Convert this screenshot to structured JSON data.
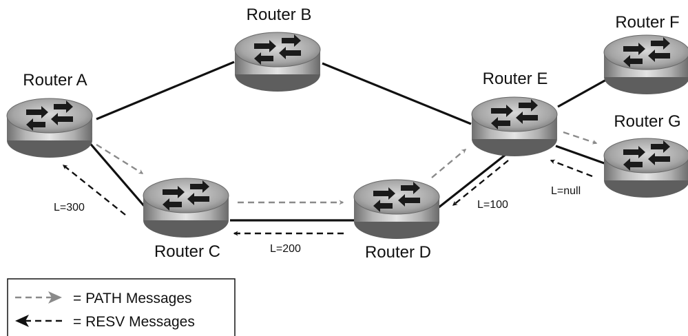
{
  "routers": [
    {
      "id": "A",
      "label": "Router A"
    },
    {
      "id": "B",
      "label": "Router B"
    },
    {
      "id": "C",
      "label": "Router C"
    },
    {
      "id": "D",
      "label": "Router D"
    },
    {
      "id": "E",
      "label": "Router E"
    },
    {
      "id": "F",
      "label": "Router F"
    },
    {
      "id": "G",
      "label": "Router G"
    }
  ],
  "links": [
    {
      "from": "A",
      "to": "B"
    },
    {
      "from": "B",
      "to": "E"
    },
    {
      "from": "A",
      "to": "C"
    },
    {
      "from": "C",
      "to": "D"
    },
    {
      "from": "D",
      "to": "E"
    },
    {
      "from": "E",
      "to": "F"
    },
    {
      "from": "E",
      "to": "G"
    }
  ],
  "messages": [
    {
      "type": "PATH",
      "from": "A",
      "to": "C"
    },
    {
      "type": "PATH",
      "from": "C",
      "to": "D"
    },
    {
      "type": "PATH",
      "from": "D",
      "to": "E"
    },
    {
      "type": "PATH",
      "from": "E",
      "to": "G"
    },
    {
      "type": "RESV",
      "from": "G",
      "to": "E",
      "label": "L=null"
    },
    {
      "type": "RESV",
      "from": "E",
      "to": "D",
      "label": "L=100"
    },
    {
      "type": "RESV",
      "from": "D",
      "to": "C",
      "label": "L=200"
    },
    {
      "type": "RESV",
      "from": "C",
      "to": "A",
      "label": "L=300"
    }
  ],
  "legend": {
    "path": "=  PATH Messages",
    "resv": "=  RESV Messages"
  },
  "colors": {
    "path_arrow": "#8a8a8a",
    "resv_arrow": "#111111",
    "link": "#111111"
  },
  "icons": {
    "router": "router-icon"
  }
}
